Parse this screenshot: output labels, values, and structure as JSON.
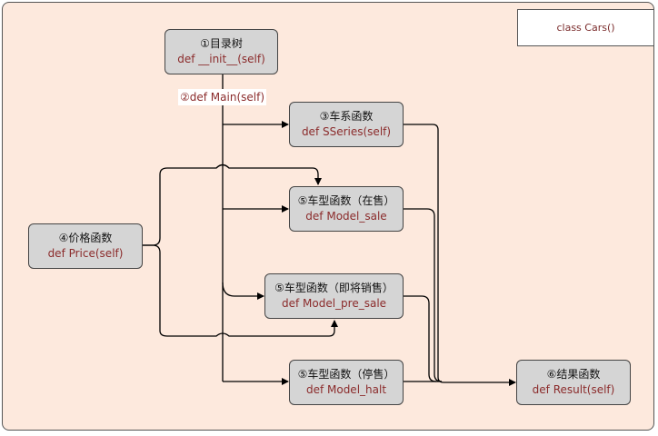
{
  "class_label": "class Cars()",
  "nodes": {
    "root": {
      "title": "①目录树",
      "code": "def __init__(self)"
    },
    "main_label": "②def Main(self)",
    "series": {
      "title": "③车系函数",
      "code": "def SSeries(self)"
    },
    "price": {
      "title": "④价格函数",
      "code": "def Price(self)"
    },
    "model_sale": {
      "title": "⑤车型函数（在售）",
      "code": "def Model_sale"
    },
    "model_pre": {
      "title": "⑤车型函数（即将销售）",
      "code": "def Model_pre_sale"
    },
    "model_halt": {
      "title": "⑤车型函数（停售）",
      "code": "def Model_halt"
    },
    "result": {
      "title": "⑥结果函数",
      "code": "def Result(self)"
    }
  },
  "colors": {
    "background": "#fde9dd",
    "node_fill": "#d5d5d5",
    "code_text": "#8b2b2b"
  }
}
